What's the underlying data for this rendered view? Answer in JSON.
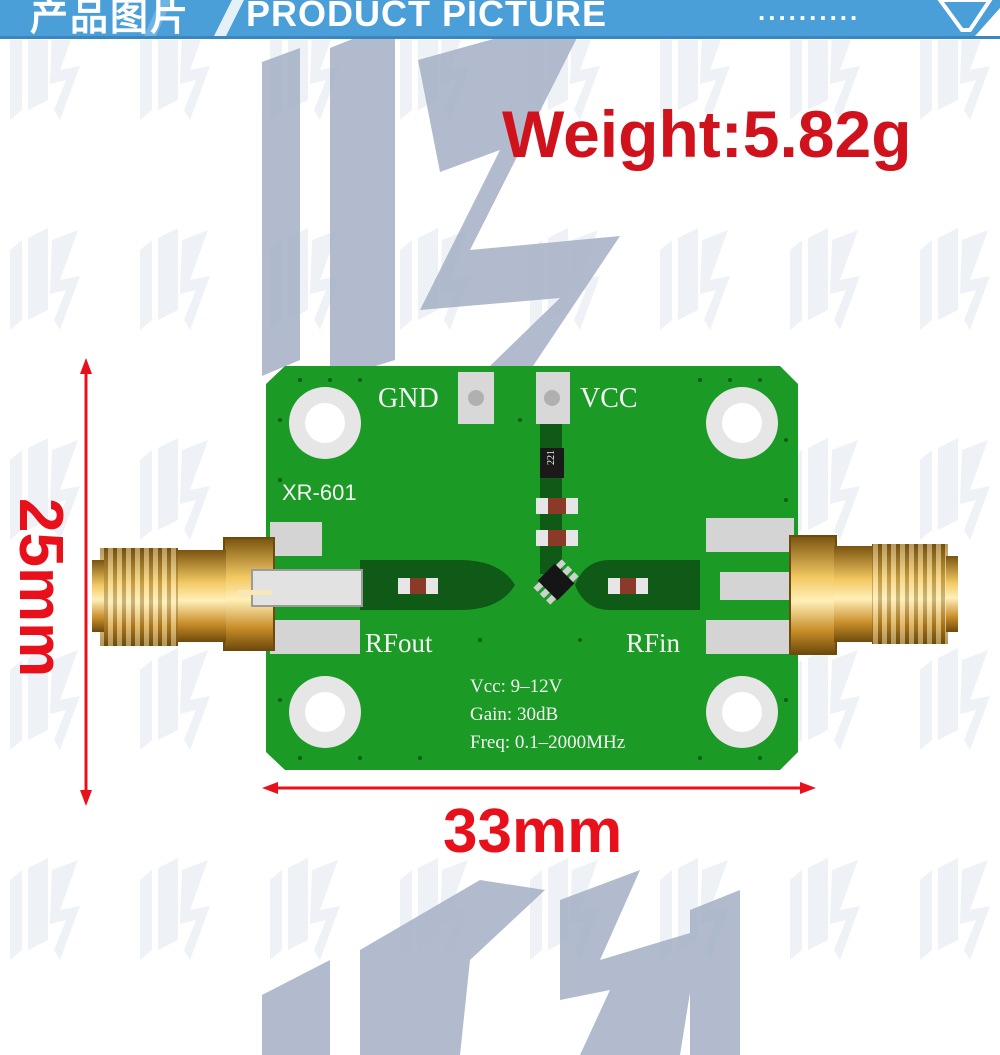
{
  "banner": {
    "cn_title": "产品图片",
    "en_title": "PRODUCT PICTURE",
    "dots": "..........",
    "color": "#4a9fd8"
  },
  "weight_label": "Weight:5.82g",
  "dimensions": {
    "width": "33mm",
    "height": "25mm",
    "color": "#e8101a"
  },
  "board": {
    "model": "XR-601",
    "gnd_label": "GND",
    "vcc_label": "VCC",
    "rfout_label": "RFout",
    "rfin_label": "RFin",
    "spec_vcc": "Vcc: 9–12V",
    "spec_gain": "Gain: 30dB",
    "spec_freq": "Freq: 0.1–2000MHz",
    "resistor_code": "221",
    "pcb_color": "#1c9a26"
  },
  "icons": [
    "watermark-logo-icon",
    "banner-arrow-icon",
    "sma-connector-icon"
  ]
}
